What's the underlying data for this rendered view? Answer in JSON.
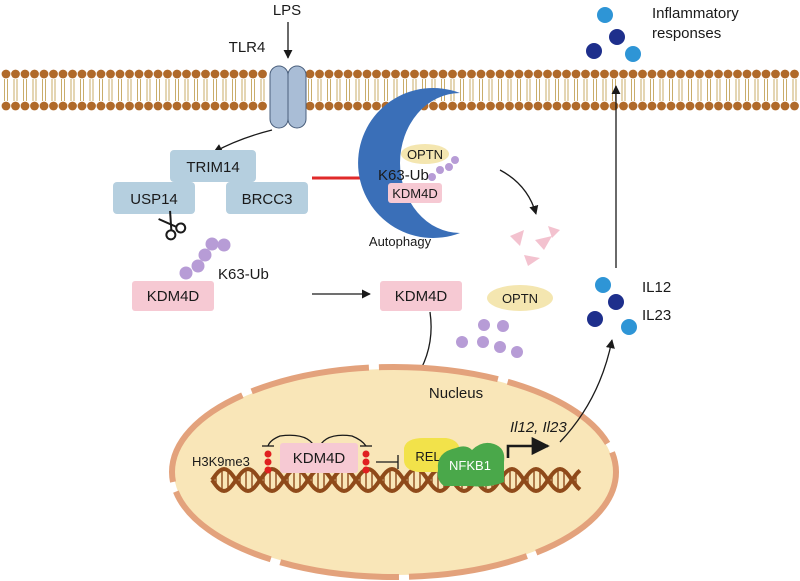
{
  "labels": {
    "lps": "LPS",
    "tlr4": "TLR4",
    "trim14": "TRIM14",
    "usp14": "USP14",
    "brcc3": "BRCC3",
    "optn_top": "OPTN",
    "k63ub_top": "K63-Ub",
    "kdm4d_top": "KDM4D",
    "autophagy": "Autophagy",
    "k63ub_left": "K63-Ub",
    "kdm4d_left": "KDM4D",
    "kdm4d_center": "KDM4D",
    "optn_free": "OPTN",
    "inflammatory_line1": "Inflammatory",
    "inflammatory_line2": "responses",
    "il12": "IL12",
    "il23": "IL23",
    "nucleus": "Nucleus",
    "h3k9me3": "H3K9me3",
    "kdm4d_nucleus": "KDM4D",
    "rel": "REL",
    "nfkb1": "NFKB1",
    "genes": "Il12, Il23"
  },
  "colors": {
    "membrane_head": "#b06a2a",
    "membrane_tail": "#c9ad6a",
    "receptor": "#a9bdd6",
    "complex_box": "#b5cfdf",
    "kdm4d_box": "#f6c9d3",
    "ubiquitin": "#b79cd6",
    "autophagosome": "#3a6fb8",
    "optn": "#f4e6b0",
    "nucleus_fill": "#f9e6b8",
    "nucleus_border": "#e3a27c",
    "dna": "#8f4a1a",
    "methyl_mark": "#e02020",
    "rel": "#f2e24a",
    "nfkb1": "#4aa84a",
    "cytokine_light": "#2e95d6",
    "cytokine_dark": "#1e2f8c",
    "fragment": "#f3c2cf",
    "inhibit": "#e02a2a"
  },
  "icons": {
    "scissors": "scissors-icon"
  }
}
